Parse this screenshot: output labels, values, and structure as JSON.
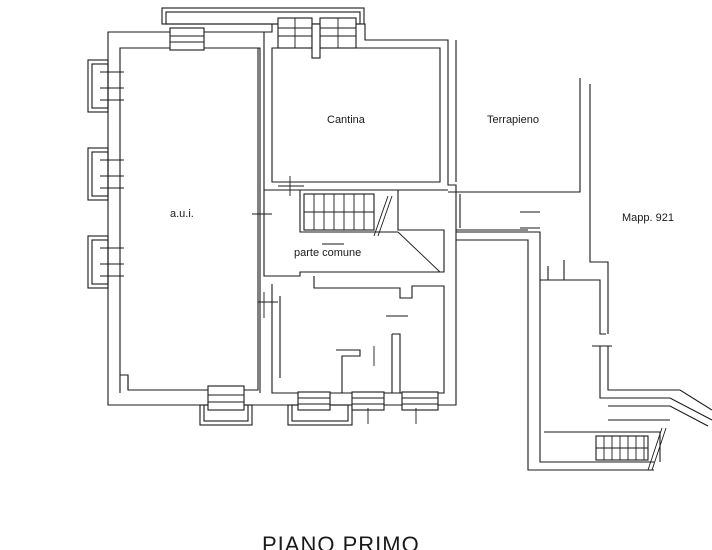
{
  "plan": {
    "title": "PIANO PRIMO",
    "rooms": {
      "aui": "a.u.i.",
      "cantina": "Cantina",
      "terrapieno": "Terrapieno",
      "parte_comune": "parte comune",
      "mapp": "Mapp. 921"
    }
  },
  "colors": {
    "line": "#1a1a1a",
    "background": "#ffffff"
  }
}
